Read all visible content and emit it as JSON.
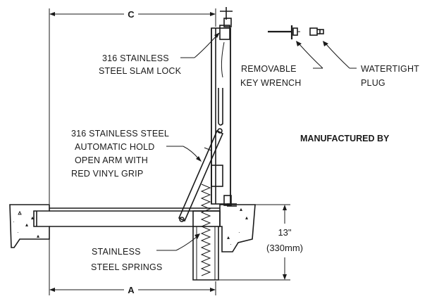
{
  "dimensions": {
    "top_width": "C",
    "bottom_width": "A",
    "depth": "13\"",
    "depth_metric": "(330mm)"
  },
  "callouts": {
    "slam_lock": [
      "316 STAINLESS",
      "STEEL SLAM LOCK"
    ],
    "hold_open_arm": [
      "316 STAINLESS STEEL",
      "AUTOMATIC HOLD",
      "OPEN ARM WITH",
      "RED VINYL GRIP"
    ],
    "springs": [
      "STAINLESS",
      "STEEL SPRINGS"
    ],
    "key_wrench": [
      "REMOVABLE",
      "KEY WRENCH"
    ],
    "plug": [
      "WATERTIGHT",
      "PLUG"
    ]
  },
  "manufacturer_text": "MANUFACTURED BY"
}
